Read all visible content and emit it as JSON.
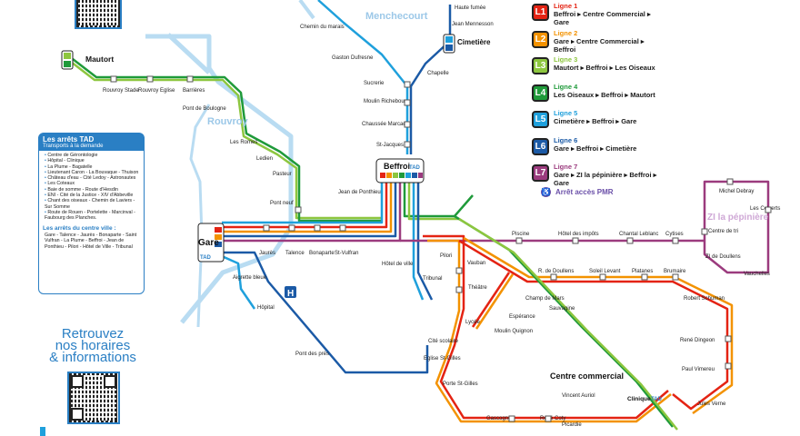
{
  "legend": [
    {
      "id": "L1",
      "name": "Ligne 1",
      "route": "Beffroi ▸ Centre Commercial ▸ Gare",
      "color": "#e42313"
    },
    {
      "id": "L2",
      "name": "Ligne 2",
      "route": "Gare ▸ Centre Commercial ▸ Beffroi",
      "color": "#f39200"
    },
    {
      "id": "L3",
      "name": "Ligne 3",
      "route": "Mautort ▸ Beffroi ▸ Les Oiseaux",
      "color": "#8dc63f"
    },
    {
      "id": "L4",
      "name": "Ligne 4",
      "route": "Les Oiseaux ▸ Beffroi ▸ Mautort",
      "color": "#1f9a3a"
    },
    {
      "id": "L5",
      "name": "Ligne 5",
      "route": "Cimetière ▸ Beffroi ▸ Gare",
      "color": "#1fa0dc"
    },
    {
      "id": "L6",
      "name": "Ligne 6",
      "route": "Gare ▸ Beffroi ▸ Cimetière",
      "color": "#1b5aa6"
    },
    {
      "id": "L7",
      "name": "Ligne 7",
      "route": "Gare ▸ ZI la pépinière ▸ Beffroi ▸ Gare",
      "color": "#9b3b7e"
    }
  ],
  "pmr_label": "Arrêt accès PMR",
  "areas": {
    "menchecourt": "Menchecourt",
    "rouvroy": "Rouvroy",
    "zi": "ZI la pépinière",
    "centre_commercial": "Centre commercial"
  },
  "hubs": {
    "beffroi": "Beffroi",
    "gare": "Gare",
    "mautort": "Mautort",
    "cimetiere": "Cimetière",
    "tad": "TAD",
    "clinique": "Clinique"
  },
  "stops": {
    "haute_fumee": "Haute fumée",
    "jean_mennesson": "Jean Mennesson",
    "chemin_marais": "Chemin du marais",
    "gaston": "Gaston Dufresne",
    "chapelle": "Chapelle",
    "sucrerie": "Sucrerie",
    "moulin": "Moulin Richebourg",
    "chaussee": "Chaussée Marcadé",
    "st_jacques": "St-Jacques",
    "rouvroy_stade": "Rouvroy Stade",
    "rouvroy_eglise": "Rouvroy Eglise",
    "barrieres": "Barrières",
    "pont_boulogne": "Pont de Boulogne",
    "les_romes": "Les Romes",
    "ledien": "Ledien",
    "pasteur": "Pasteur",
    "pont_neuf": "Pont neuf",
    "jean_ponthieu": "Jean de Ponthieu",
    "jaures": "Jaurès",
    "talence": "Talence",
    "bonaparte": "Bonaparte",
    "st_vulfran": "St-Vulfran",
    "hotel_ville": "Hôtel de ville",
    "pilori": "Pilori",
    "tribunal": "Tribunal",
    "vauban": "Vauban",
    "theatre": "Théâtre",
    "lycee": "Lycée",
    "moulin_quignon": "Moulin Quignon",
    "esperance": "Espérance",
    "champ_mars": "Champ de Mars",
    "cite_scolaire": "Cité scolaire",
    "eglise_st_gilles": "Eglise St-Gilles",
    "porte_st_gilles": "Porte St-Gilles",
    "gascogne": "Gascogne",
    "rene_coty": "René Coty",
    "picardie": "Picardie",
    "vincent_auriol": "Vincent Auriol",
    "sauvagine": "Sauvagine",
    "r_doullens": "R. de Doullens",
    "soleil_levant": "Soleil Levant",
    "platanes": "Platanes",
    "brumaire": "Brumaire",
    "robert_schuman": "Robert Schuman",
    "rene_dingeon": "René Dingeon",
    "paul_vimereu": "Paul Vimereu",
    "jules_verne": "Jules Verne",
    "piscine": "Piscine",
    "hotel_impots": "Hôtel des impôts",
    "chantal": "Chantal Leblanc",
    "cytises": "Cytises",
    "centre_tri": "Centre de tri",
    "zi_doullens": "ZI de Doullens",
    "vauchelles": "Vauchelles",
    "michel_debray": "Michel Debray",
    "les_colverts": "Les Colverts",
    "aigrette": "Aigrette bleue",
    "hopital": "Hôpital",
    "pont_pres": "Pont des prés"
  },
  "tad_box": {
    "title": "Les arrêts TAD",
    "subtitle": "Transports à la demande",
    "items": [
      "Centre de Gérontologie",
      "Hôpital - Clinique",
      "La Plume - Bagatelle",
      "Lieutenant Caron - La Bouvaque - Thuison",
      "Château d'eau - Cité Ledoy - Astronautes",
      "Les Coteaux",
      "Baie de somme - Route d'Hesdin",
      "ENI - Cité de la Justice - XIV d'Abbeville",
      "Chant des oiseaux - Chemin de Laviers - Sur Somme",
      "Route de Rouen - Portelette - Marcinval - Faubourg des Planches."
    ],
    "centre_title": "Les arrêts du centre ville :",
    "centre_text": "Gare - Talence - Jaurès - Bonaparte - Saint Vulfran - La Plume - Beffroi - Jean de Ponthieu - Pilori - Hôtel de Ville - Tribunal"
  },
  "retrouvez": [
    "Retrouvez",
    "nos horaires",
    "& informations"
  ]
}
